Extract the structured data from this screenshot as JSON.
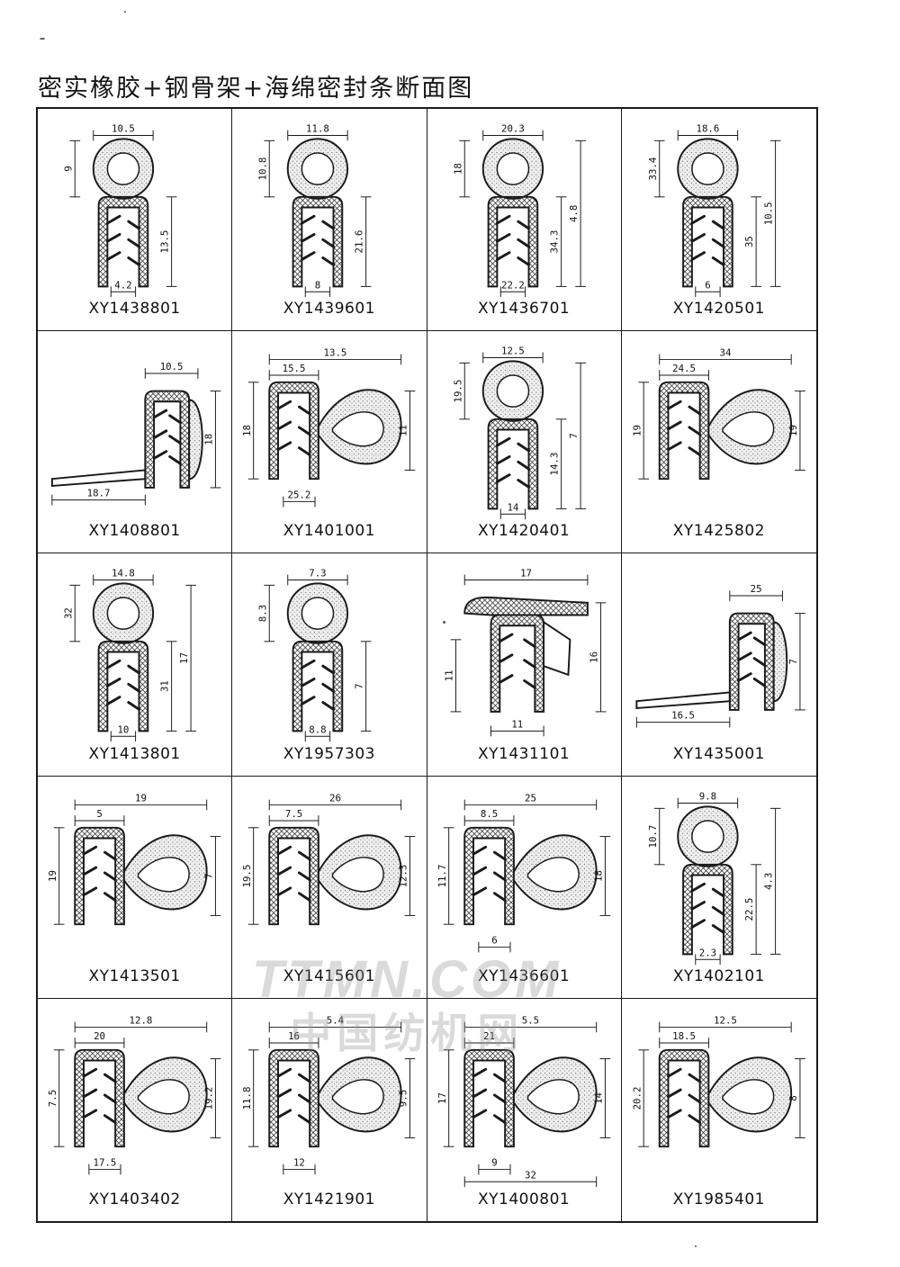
{
  "title": "密实橡胶+钢骨架+海绵密封条断面图",
  "watermark": {
    "line1": "TTMN.COM",
    "line2": "中国纺机网"
  },
  "colors": {
    "line": "#1a1a1a",
    "sponge_fill": "#efefef",
    "rubber_fill": "#ffffff"
  },
  "items": [
    {
      "code": "XY1438801",
      "type": "bulb",
      "dims": [
        "10.5",
        "9",
        "13.5",
        "4.2"
      ]
    },
    {
      "code": "XY1439601",
      "type": "bulb",
      "dims": [
        "11.8",
        "10.8",
        "21.6",
        "8"
      ]
    },
    {
      "code": "XY1436701",
      "type": "bulb",
      "dims": [
        "20.3",
        "18",
        "34.3",
        "22.2",
        "4.8"
      ]
    },
    {
      "code": "XY1420501",
      "type": "bulb",
      "dims": [
        "18.6",
        "33.4",
        "35",
        "6",
        "10.5"
      ]
    },
    {
      "code": "XY1408801",
      "type": "flange",
      "dims": [
        "10.5",
        "18",
        "18.7"
      ]
    },
    {
      "code": "XY1401001",
      "type": "side-loop",
      "dims": [
        "13.5",
        "15.5",
        "18",
        "11",
        "25.2"
      ]
    },
    {
      "code": "XY1420401",
      "type": "bulb",
      "dims": [
        "12.5",
        "19.5",
        "14.3",
        "14",
        "7"
      ]
    },
    {
      "code": "XY1425802",
      "type": "side-loop",
      "dims": [
        "34",
        "24.5",
        "19",
        "19"
      ]
    },
    {
      "code": "XY1413801",
      "type": "bulb",
      "dims": [
        "14.8",
        "32",
        "31",
        "10",
        "17"
      ]
    },
    {
      "code": "XY1957303",
      "type": "bulb",
      "dims": [
        "7.3",
        "8.3",
        "7",
        "8.8"
      ]
    },
    {
      "code": "XY1431101",
      "type": "lip",
      "dims": [
        "17",
        "11",
        "16",
        "11"
      ]
    },
    {
      "code": "XY1435001",
      "type": "flange",
      "dims": [
        "25",
        "7",
        "16.5"
      ]
    },
    {
      "code": "XY1413501",
      "type": "side-loop",
      "dims": [
        "19",
        "5",
        "19",
        "7"
      ]
    },
    {
      "code": "XY1415601",
      "type": "side-loop",
      "dims": [
        "26",
        "7.5",
        "19.5",
        "12.3"
      ]
    },
    {
      "code": "XY1436601",
      "type": "side-loop",
      "dims": [
        "25",
        "8.5",
        "11.7",
        "18",
        "6"
      ]
    },
    {
      "code": "XY1402101",
      "type": "bulb",
      "dims": [
        "9.8",
        "10.7",
        "22.5",
        "2.3",
        "4.3"
      ]
    },
    {
      "code": "XY1403402",
      "type": "side-loop",
      "dims": [
        "12.8",
        "20",
        "7.5",
        "19.2",
        "17.5"
      ]
    },
    {
      "code": "XY1421901",
      "type": "side-loop",
      "dims": [
        "5.4",
        "16",
        "11.8",
        "9.5",
        "12"
      ]
    },
    {
      "code": "XY1400801",
      "type": "side-loop",
      "dims": [
        "5.5",
        "21",
        "17",
        "14",
        "9",
        "32"
      ]
    },
    {
      "code": "XY1985401",
      "type": "side-loop",
      "dims": [
        "12.5",
        "18.5",
        "20.2",
        "8"
      ]
    }
  ]
}
